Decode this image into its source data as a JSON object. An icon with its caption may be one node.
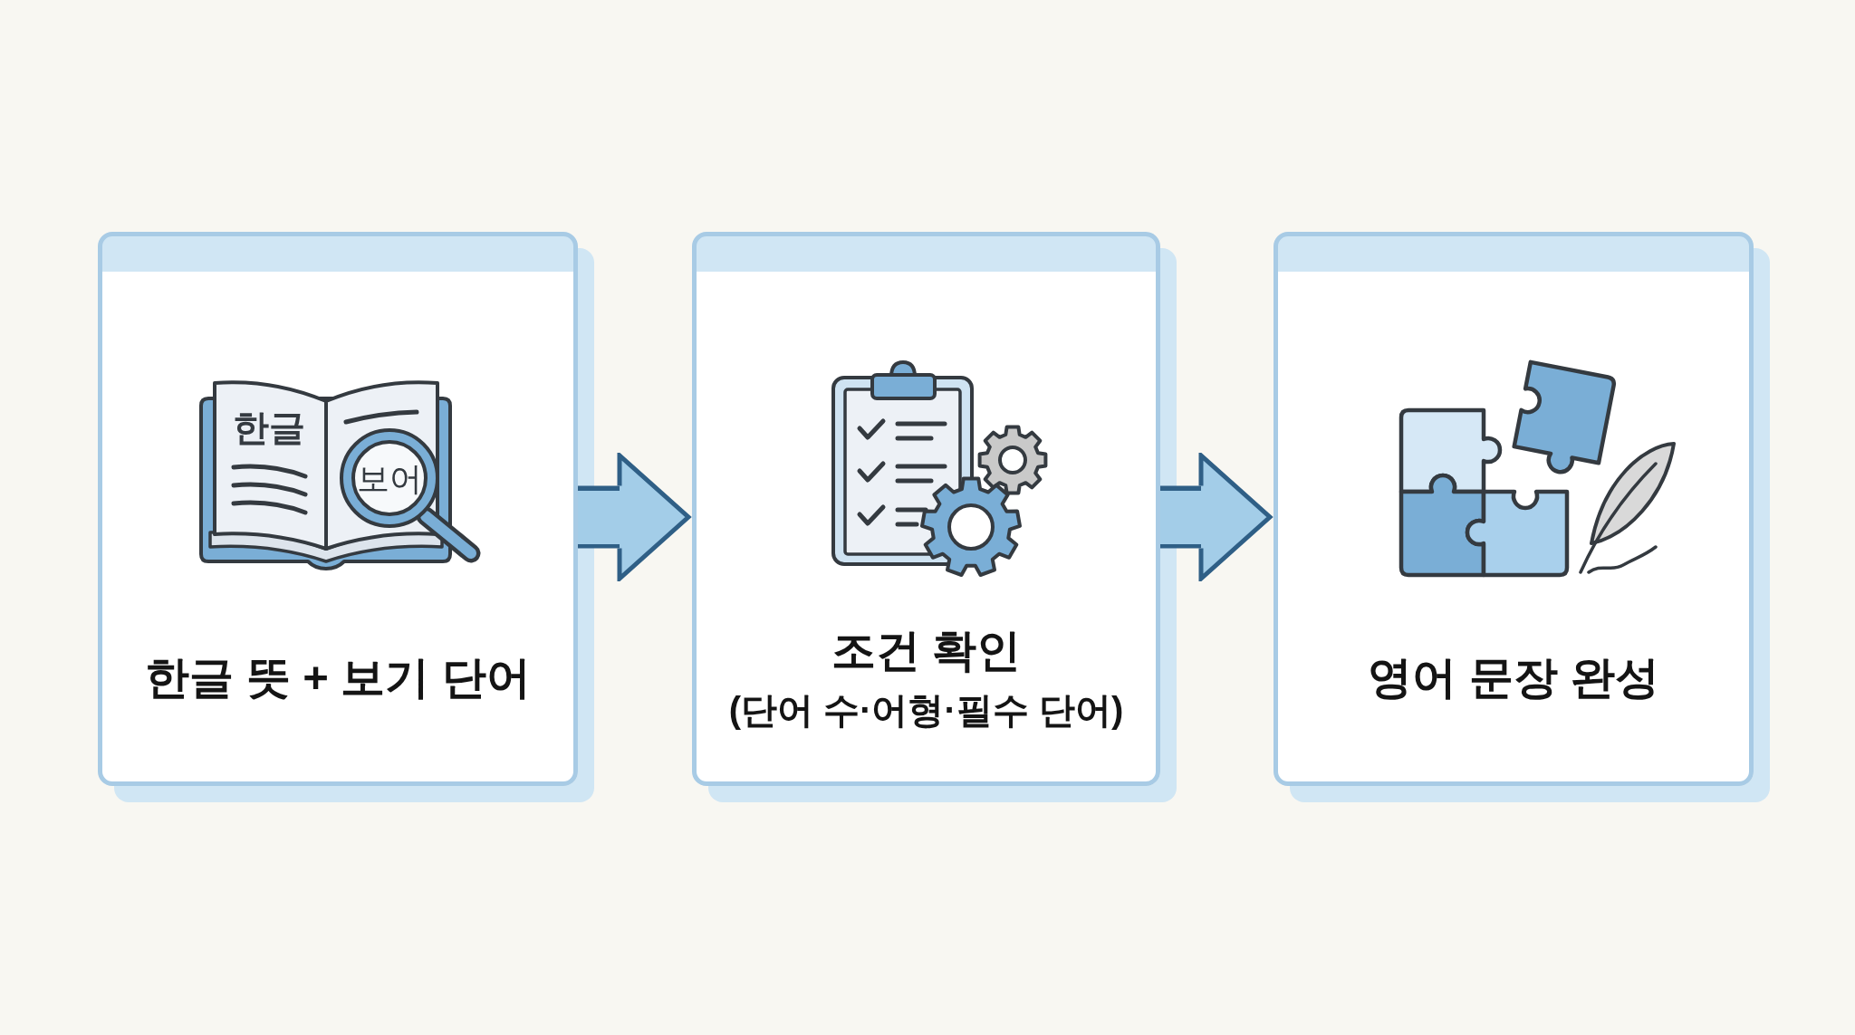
{
  "diagram": {
    "nodes": [
      {
        "text": [
          "한글 뜻 + 보기 단어"
        ]
      },
      {
        "text": [
          "조건 확인",
          "(단어 수·어형·필수 단어)"
        ]
      },
      {
        "text": [
          "영어 문장 완성"
        ]
      }
    ],
    "edges": [
      {
        "from": 0,
        "to": 1,
        "arrow": "to"
      },
      {
        "from": 1,
        "to": 2,
        "arrow": "to"
      }
    ],
    "labels": [
      "한글",
      "보어"
    ]
  }
}
